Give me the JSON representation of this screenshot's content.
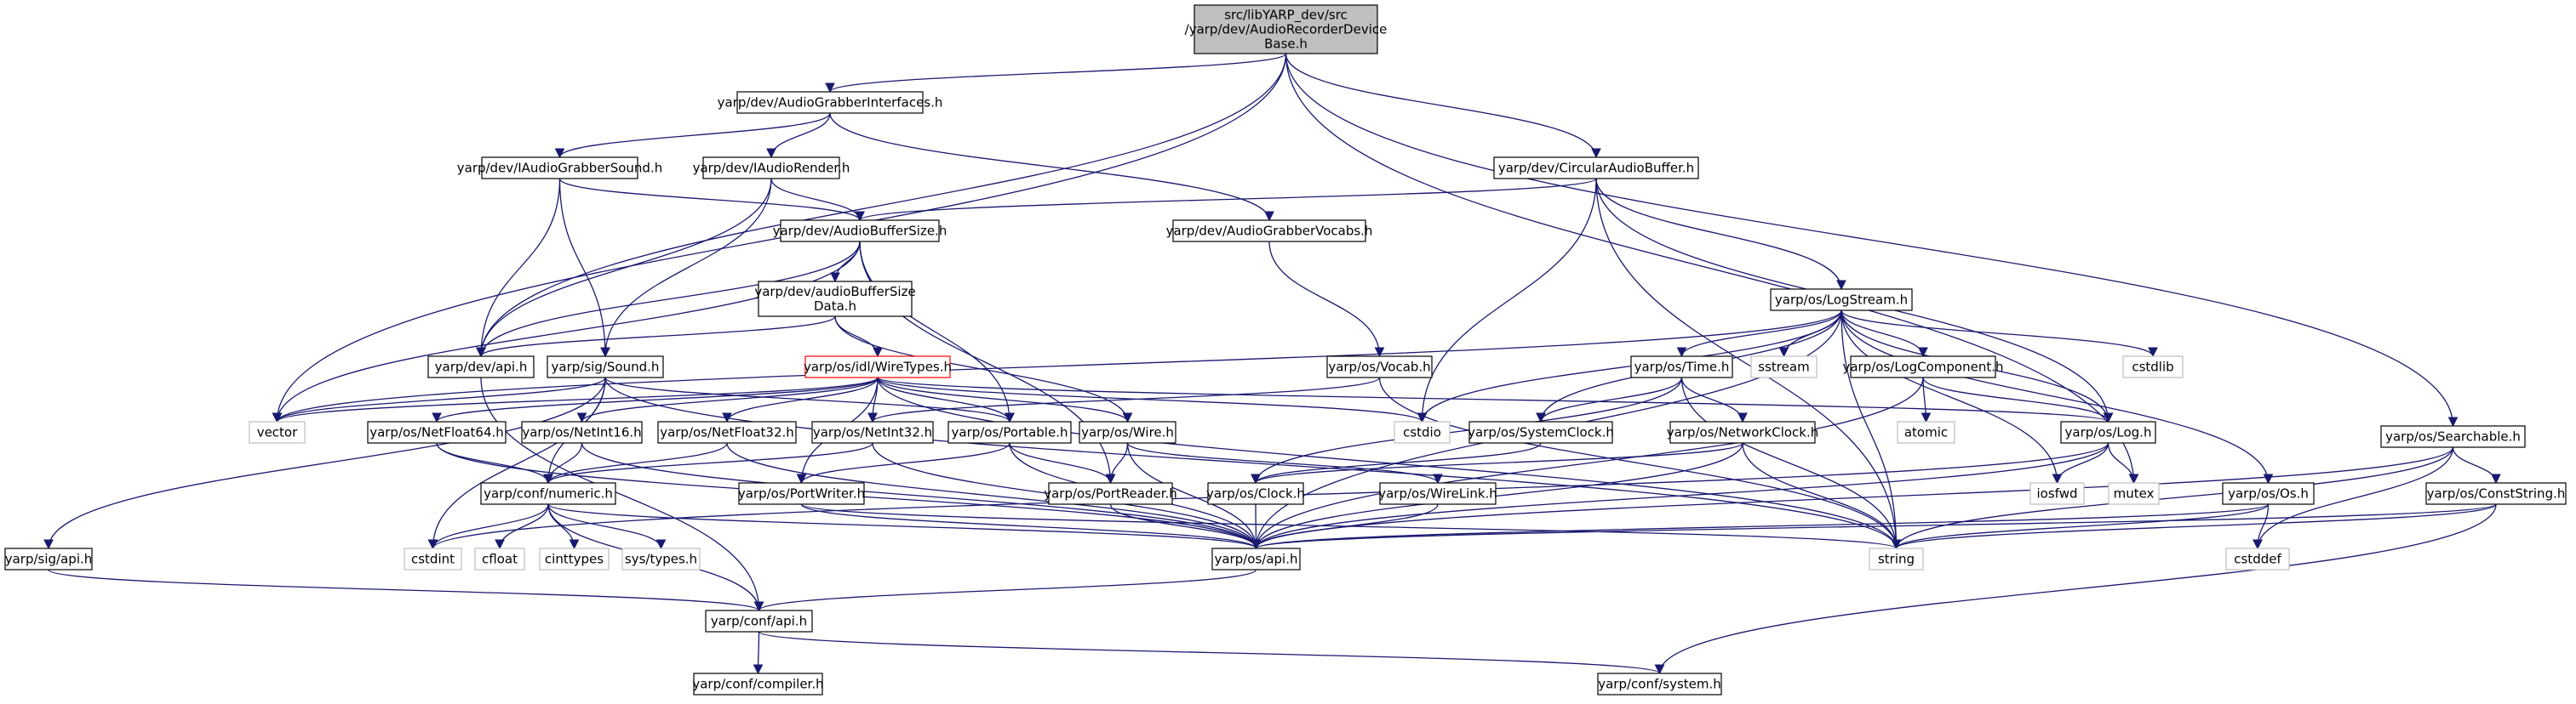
{
  "diagram": {
    "colors": {
      "edge": "#191970",
      "root_fill": "#bfbfbf",
      "box_border": "#000000",
      "system_border": "#bfbfbf",
      "highlight_border": "#ff0000"
    },
    "nodes": [
      {
        "id": "root",
        "lines": [
          "src/libYARP_dev/src",
          "/yarp/dev/AudioRecorderDevice",
          "Base.h"
        ]
      },
      {
        "id": "agi",
        "lines": [
          "yarp/dev/AudioGrabberInterfaces.h"
        ]
      },
      {
        "id": "cab",
        "lines": [
          "yarp/dev/CircularAudioBuffer.h"
        ]
      },
      {
        "id": "searchable",
        "lines": [
          "yarp/os/Searchable.h"
        ]
      },
      {
        "id": "iags",
        "lines": [
          "yarp/dev/IAudioGrabberSound.h"
        ]
      },
      {
        "id": "iar",
        "lines": [
          "yarp/dev/IAudioRender.h"
        ]
      },
      {
        "id": "abs",
        "lines": [
          "yarp/dev/AudioBufferSize.h"
        ]
      },
      {
        "id": "agv",
        "lines": [
          "yarp/dev/AudioGrabberVocabs.h"
        ]
      },
      {
        "id": "absd",
        "lines": [
          "yarp/dev/audioBufferSize",
          "Data.h"
        ]
      },
      {
        "id": "devapi",
        "lines": [
          "yarp/dev/api.h"
        ]
      },
      {
        "id": "sound",
        "lines": [
          "yarp/sig/Sound.h"
        ]
      },
      {
        "id": "wiretypes",
        "lines": [
          "yarp/os/idl/WireTypes.h"
        ]
      },
      {
        "id": "vocab",
        "lines": [
          "yarp/os/Vocab.h"
        ]
      },
      {
        "id": "logstream",
        "lines": [
          "yarp/os/LogStream.h"
        ]
      },
      {
        "id": "time",
        "lines": [
          "yarp/os/Time.h"
        ]
      },
      {
        "id": "sstream",
        "lines": [
          "sstream"
        ]
      },
      {
        "id": "logcomp",
        "lines": [
          "yarp/os/LogComponent.h"
        ]
      },
      {
        "id": "cstdlib",
        "lines": [
          "cstdlib"
        ]
      },
      {
        "id": "vector",
        "lines": [
          "vector"
        ]
      },
      {
        "id": "nf64",
        "lines": [
          "yarp/os/NetFloat64.h"
        ]
      },
      {
        "id": "ni16",
        "lines": [
          "yarp/os/NetInt16.h"
        ]
      },
      {
        "id": "nf32",
        "lines": [
          "yarp/os/NetFloat32.h"
        ]
      },
      {
        "id": "ni32",
        "lines": [
          "yarp/os/NetInt32.h"
        ]
      },
      {
        "id": "portable",
        "lines": [
          "yarp/os/Portable.h"
        ]
      },
      {
        "id": "wire",
        "lines": [
          "yarp/os/Wire.h"
        ]
      },
      {
        "id": "cstdio",
        "lines": [
          "cstdio"
        ]
      },
      {
        "id": "sysclock",
        "lines": [
          "yarp/os/SystemClock.h"
        ]
      },
      {
        "id": "netclock",
        "lines": [
          "yarp/os/NetworkClock.h"
        ]
      },
      {
        "id": "atomic",
        "lines": [
          "atomic"
        ]
      },
      {
        "id": "log",
        "lines": [
          "yarp/os/Log.h"
        ]
      },
      {
        "id": "numeric",
        "lines": [
          "yarp/conf/numeric.h"
        ]
      },
      {
        "id": "portwriter",
        "lines": [
          "yarp/os/PortWriter.h"
        ]
      },
      {
        "id": "portreader",
        "lines": [
          "yarp/os/PortReader.h"
        ]
      },
      {
        "id": "clock",
        "lines": [
          "yarp/os/Clock.h"
        ]
      },
      {
        "id": "wirelink",
        "lines": [
          "yarp/os/WireLink.h"
        ]
      },
      {
        "id": "iosfwd",
        "lines": [
          "iosfwd"
        ]
      },
      {
        "id": "mutex",
        "lines": [
          "mutex"
        ]
      },
      {
        "id": "osos",
        "lines": [
          "yarp/os/Os.h"
        ]
      },
      {
        "id": "conststring",
        "lines": [
          "yarp/os/ConstString.h"
        ]
      },
      {
        "id": "sigapi",
        "lines": [
          "yarp/sig/api.h"
        ]
      },
      {
        "id": "cstdint",
        "lines": [
          "cstdint"
        ]
      },
      {
        "id": "cfloat",
        "lines": [
          "cfloat"
        ]
      },
      {
        "id": "cinttypes",
        "lines": [
          "cinttypes"
        ]
      },
      {
        "id": "systypes",
        "lines": [
          "sys/types.h"
        ]
      },
      {
        "id": "osapi",
        "lines": [
          "yarp/os/api.h"
        ]
      },
      {
        "id": "string",
        "lines": [
          "string"
        ]
      },
      {
        "id": "cstddef",
        "lines": [
          "cstddef"
        ]
      },
      {
        "id": "confapi",
        "lines": [
          "yarp/conf/api.h"
        ]
      },
      {
        "id": "compiler",
        "lines": [
          "yarp/conf/compiler.h"
        ]
      },
      {
        "id": "system",
        "lines": [
          "yarp/conf/system.h"
        ]
      }
    ],
    "edges": [
      [
        "root",
        "agi"
      ],
      [
        "root",
        "cab"
      ],
      [
        "root",
        "searchable"
      ],
      [
        "root",
        "devapi"
      ],
      [
        "root",
        "vector"
      ],
      [
        "root",
        "mutex"
      ],
      [
        "agi",
        "iags"
      ],
      [
        "agi",
        "iar"
      ],
      [
        "agi",
        "agv"
      ],
      [
        "iags",
        "abs"
      ],
      [
        "iags",
        "devapi"
      ],
      [
        "iags",
        "sound"
      ],
      [
        "iar",
        "abs"
      ],
      [
        "iar",
        "devapi"
      ],
      [
        "iar",
        "sound"
      ],
      [
        "abs",
        "absd"
      ],
      [
        "abs",
        "devapi"
      ],
      [
        "abs",
        "portable"
      ],
      [
        "abs",
        "portreader"
      ],
      [
        "abs",
        "vector"
      ],
      [
        "absd",
        "devapi"
      ],
      [
        "absd",
        "wiretypes"
      ],
      [
        "absd",
        "wire"
      ],
      [
        "agv",
        "vocab"
      ],
      [
        "cab",
        "abs"
      ],
      [
        "cab",
        "logstream"
      ],
      [
        "cab",
        "log"
      ],
      [
        "cab",
        "cstdio"
      ],
      [
        "cab",
        "string"
      ],
      [
        "devapi",
        "confapi"
      ],
      [
        "sound",
        "vector"
      ],
      [
        "sound",
        "string"
      ],
      [
        "sound",
        "sigapi"
      ],
      [
        "sound",
        "portable"
      ],
      [
        "sound",
        "numeric"
      ],
      [
        "sound",
        "cstdint"
      ],
      [
        "wiretypes",
        "nf64"
      ],
      [
        "wiretypes",
        "ni16"
      ],
      [
        "wiretypes",
        "nf32"
      ],
      [
        "wiretypes",
        "ni32"
      ],
      [
        "wiretypes",
        "portable"
      ],
      [
        "wiretypes",
        "wire"
      ],
      [
        "wiretypes",
        "log"
      ],
      [
        "wiretypes",
        "cstdio"
      ],
      [
        "wiretypes",
        "vector"
      ],
      [
        "wiretypes",
        "string"
      ],
      [
        "wiretypes",
        "portwriter"
      ],
      [
        "vocab",
        "ni32"
      ],
      [
        "vocab",
        "string"
      ],
      [
        "logstream",
        "time"
      ],
      [
        "logstream",
        "sstream"
      ],
      [
        "logstream",
        "logcomp"
      ],
      [
        "logstream",
        "cstdlib"
      ],
      [
        "logstream",
        "vector"
      ],
      [
        "logstream",
        "cstdio"
      ],
      [
        "logstream",
        "sysclock"
      ],
      [
        "logstream",
        "log"
      ],
      [
        "logstream",
        "osos"
      ],
      [
        "logstream",
        "iosfwd"
      ],
      [
        "logstream",
        "string"
      ],
      [
        "logstream",
        "osapi"
      ],
      [
        "time",
        "sysclock"
      ],
      [
        "time",
        "netclock"
      ],
      [
        "time",
        "clock"
      ],
      [
        "time",
        "string"
      ],
      [
        "logcomp",
        "atomic"
      ],
      [
        "logcomp",
        "log"
      ],
      [
        "logcomp",
        "osapi"
      ],
      [
        "nf64",
        "numeric"
      ],
      [
        "nf64",
        "osapi"
      ],
      [
        "ni16",
        "numeric"
      ],
      [
        "ni16",
        "osapi"
      ],
      [
        "nf32",
        "numeric"
      ],
      [
        "nf32",
        "osapi"
      ],
      [
        "ni32",
        "numeric"
      ],
      [
        "ni32",
        "osapi"
      ],
      [
        "portable",
        "portwriter"
      ],
      [
        "portable",
        "portreader"
      ],
      [
        "portable",
        "osapi"
      ],
      [
        "wire",
        "portreader"
      ],
      [
        "wire",
        "wirelink"
      ],
      [
        "wire",
        "osapi"
      ],
      [
        "sysclock",
        "clock"
      ],
      [
        "netclock",
        "clock"
      ],
      [
        "netclock",
        "string"
      ],
      [
        "netclock",
        "osapi"
      ],
      [
        "log",
        "iosfwd"
      ],
      [
        "log",
        "mutex"
      ],
      [
        "log",
        "osapi"
      ],
      [
        "log",
        "cstdint"
      ],
      [
        "numeric",
        "cstdint"
      ],
      [
        "numeric",
        "cfloat"
      ],
      [
        "numeric",
        "cinttypes"
      ],
      [
        "numeric",
        "systypes"
      ],
      [
        "numeric",
        "confapi"
      ],
      [
        "numeric",
        "osapi"
      ],
      [
        "portwriter",
        "osapi"
      ],
      [
        "portwriter",
        "string"
      ],
      [
        "portreader",
        "osapi"
      ],
      [
        "clock",
        "osapi"
      ],
      [
        "wirelink",
        "osapi"
      ],
      [
        "osos",
        "osapi"
      ],
      [
        "osos",
        "string"
      ],
      [
        "osos",
        "cstddef"
      ],
      [
        "searchable",
        "conststring"
      ],
      [
        "searchable",
        "string"
      ],
      [
        "searchable",
        "cstddef"
      ],
      [
        "searchable",
        "osapi"
      ],
      [
        "conststring",
        "osapi"
      ],
      [
        "conststring",
        "string"
      ],
      [
        "conststring",
        "system"
      ],
      [
        "sigapi",
        "confapi"
      ],
      [
        "osapi",
        "confapi"
      ],
      [
        "confapi",
        "compiler"
      ],
      [
        "confapi",
        "system"
      ]
    ]
  }
}
